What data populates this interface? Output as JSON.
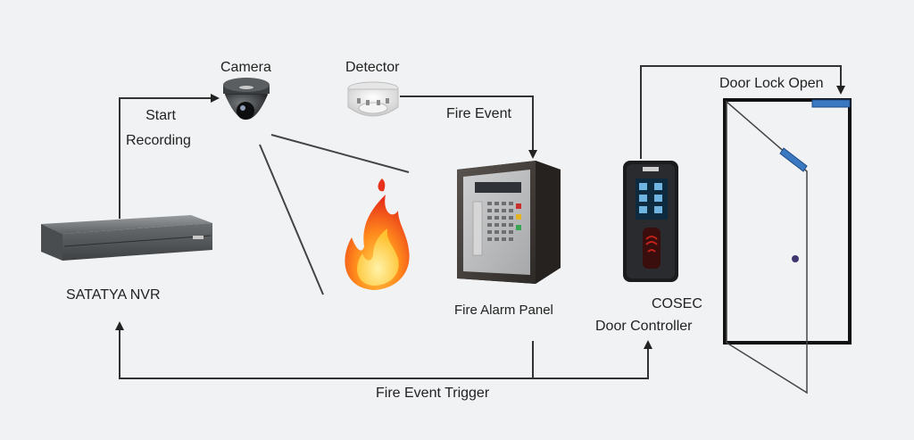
{
  "labels": {
    "camera": "Camera",
    "detector": "Detector",
    "start_recording_line1": "Start",
    "start_recording_line2": "Recording",
    "fire_event": "Fire Event",
    "door_lock_open": "Door Lock Open",
    "satatya_nvr": "SATATYA NVR",
    "fire_alarm_panel": "Fire Alarm Panel",
    "cosec_line1": "COSEC",
    "cosec_line2": "Door Controller",
    "fire_event_trigger": "Fire Event Trigger"
  },
  "colors": {
    "background": "#f1f2f3",
    "line": "#333333",
    "door_lock_blue": "#3a78c2"
  }
}
